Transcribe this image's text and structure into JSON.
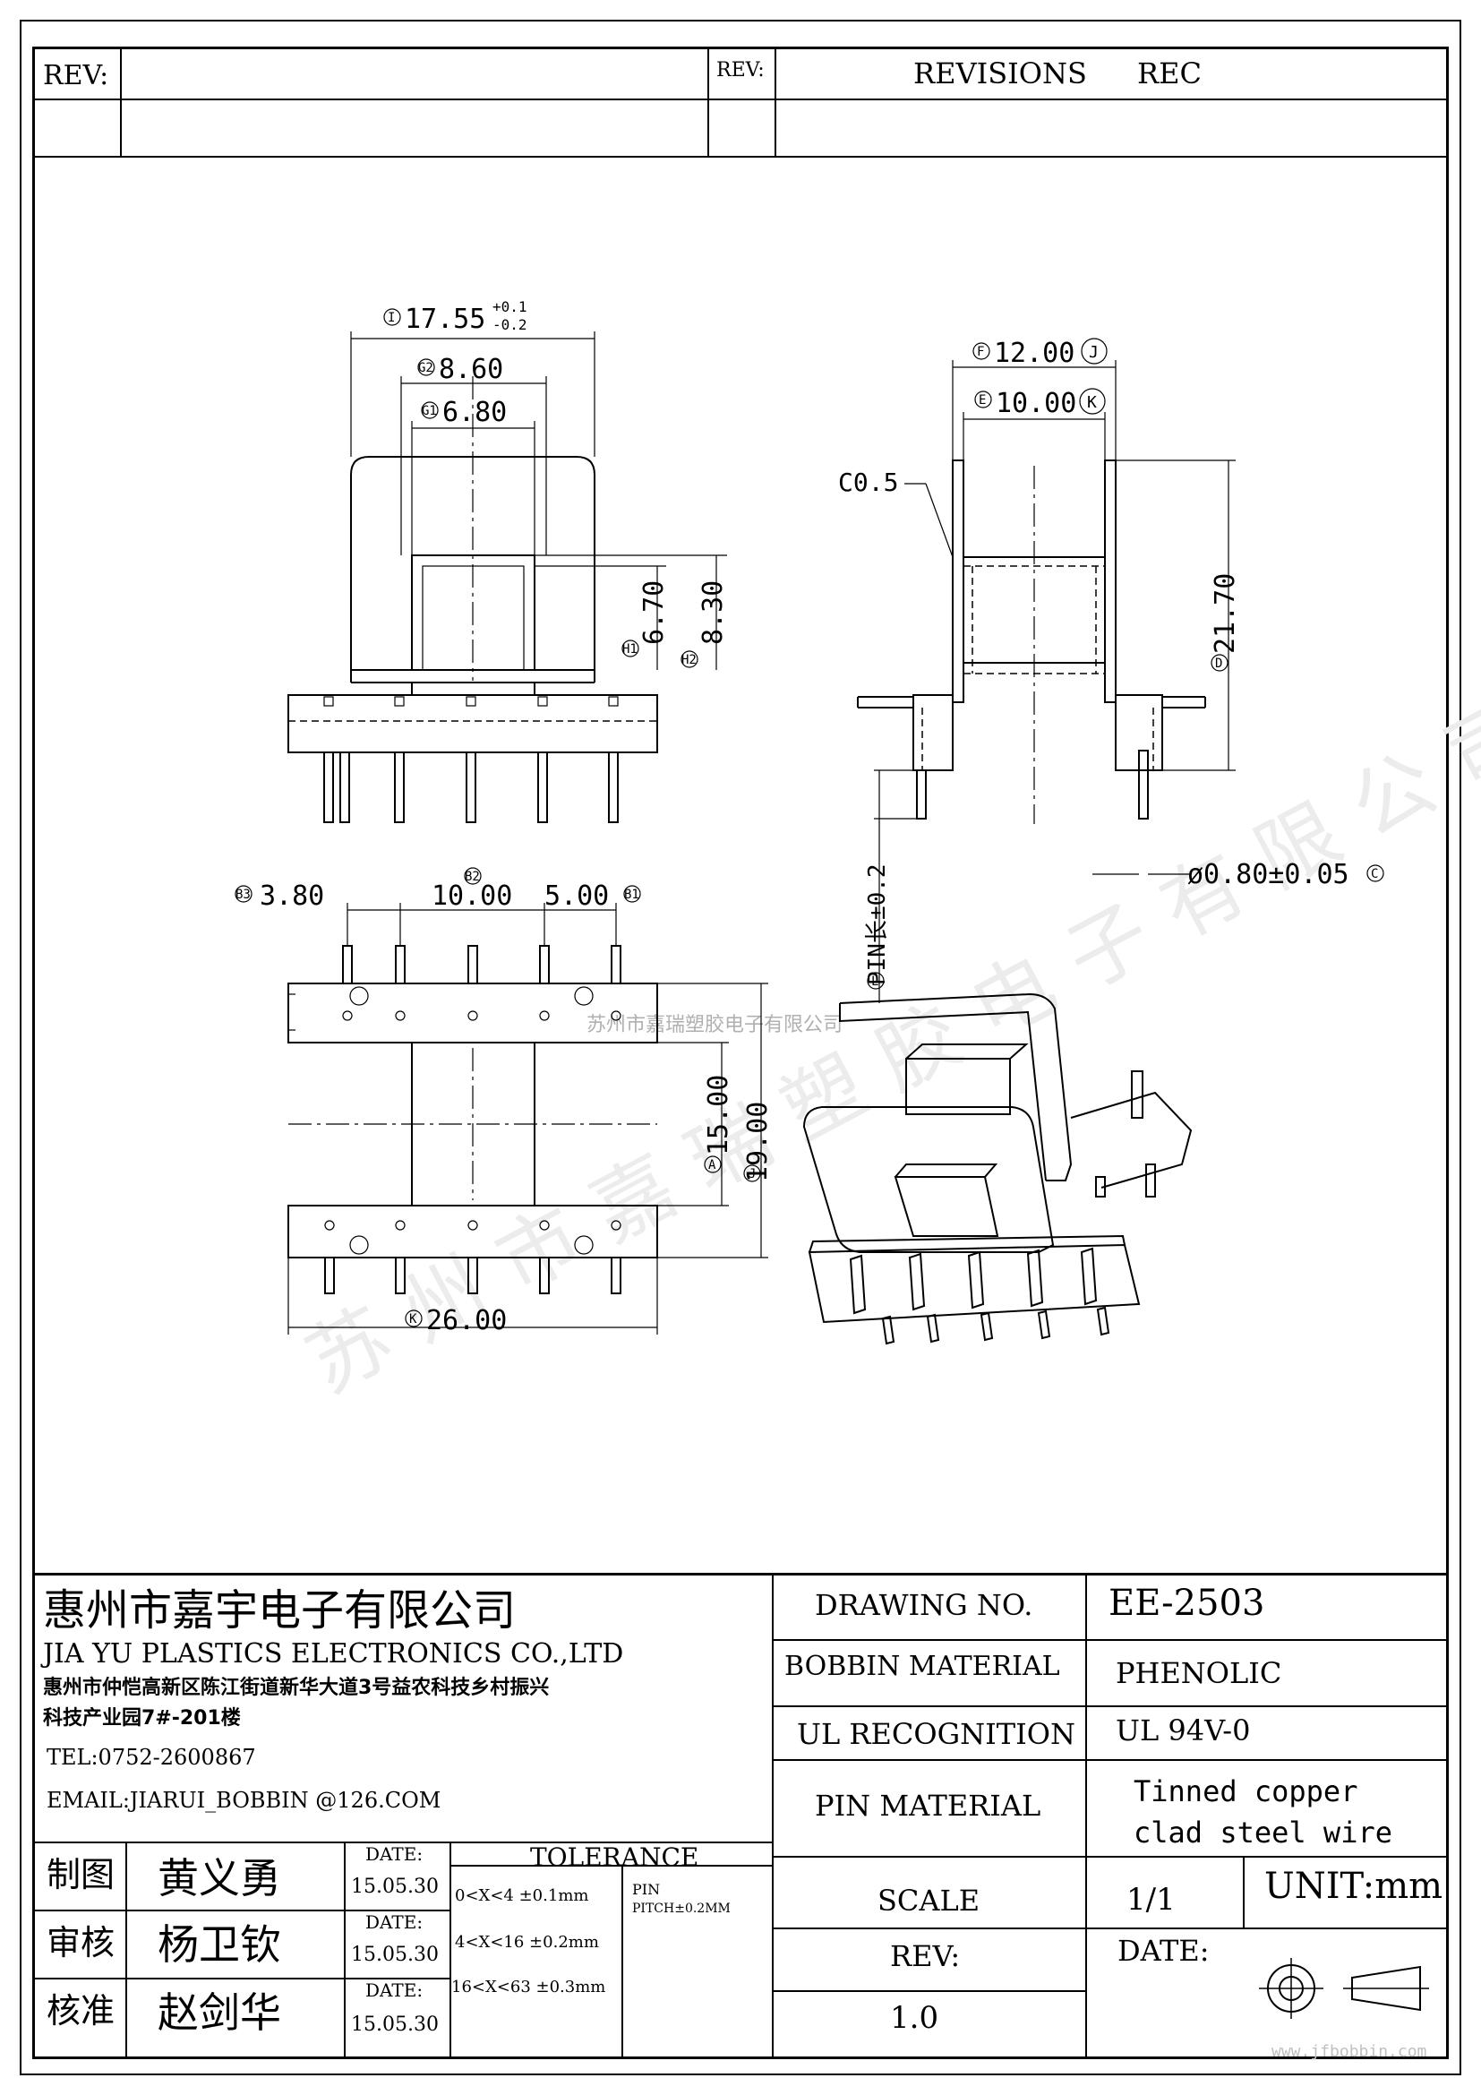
{
  "header": {
    "rev_label_left": "REV:",
    "rev_label_right": "REV:",
    "revisions_label": "REVISIONS",
    "rec_label": "REC"
  },
  "dims": {
    "d_i": "17.55",
    "d_i_tol_plus": "+0.1",
    "d_i_tol_minus": "-0.2",
    "d_g2": "8.60",
    "d_g1": "6.80",
    "d_h1": "6.70",
    "d_h2": "8.30",
    "d_f": "12.00",
    "d_e": "10.00",
    "d_d": "21.70",
    "chamfer": "C0.5",
    "pin_dia": "ø0.80±0.05",
    "pin_len": "PIN长±0.2",
    "d_b3": "3.80",
    "d_b2": "10.00",
    "d_b1": "5.00",
    "d_a": "15.00",
    "d_j": "19.00",
    "d_k": "26.00"
  },
  "labels": {
    "I": "I",
    "G2": "G2",
    "G1": "G1",
    "H1": "H1",
    "H2": "H2",
    "F": "F",
    "J": "J",
    "E": "E",
    "K": "K",
    "D": "D",
    "C": "C",
    "L": "L",
    "B1": "B1",
    "B2": "B2",
    "B3": "B3",
    "A": "A"
  },
  "watermark": {
    "center_text": "苏州市嘉瑞塑胶电子有限公司",
    "url": "www.jfbobbin.com"
  },
  "company": {
    "name_cn": "惠州市嘉宇电子有限公司",
    "name_en": "JIA YU PLASTICS ELECTRONICS CO.,LTD",
    "address_line1": "惠州市仲恺高新区陈江街道新华大道3号益农科技乡村振兴",
    "address_line2": "科技产业园7#-201楼",
    "tel": "TEL:0752-2600867",
    "email": "EMAIL:JIARUI_BOBBIN @126.COM"
  },
  "approvals": [
    {
      "role": "制图",
      "name": "黄义勇",
      "date_label": "DATE:",
      "date": "15.05.30"
    },
    {
      "role": "审核",
      "name": "杨卫钦",
      "date_label": "DATE:",
      "date": "15.05.30"
    },
    {
      "role": "核准",
      "name": "赵剑华",
      "date_label": "DATE:",
      "date": "15.05.30"
    }
  ],
  "tolerance": {
    "title": "TOLERANCE",
    "rows": [
      "0<X<4  ±0.1mm",
      "4<X<16 ±0.2mm",
      "16<X<63 ±0.3mm"
    ],
    "pin_label": "PIN",
    "pin_pitch": "PITCH±0.2MM"
  },
  "spec": {
    "drawing_no_label": "DRAWING  NO.",
    "drawing_no": "EE-2503",
    "bobbin_material_label": "BOBBIN  MATERIAL",
    "bobbin_material": "PHENOLIC",
    "ul_label": "UL RECOGNITION",
    "ul": "UL 94V-0",
    "pin_material_label": "PIN MATERIAL",
    "pin_material_line1": "Tinned copper",
    "pin_material_line2": "clad steel wire",
    "scale_label": "SCALE",
    "scale": "1/1",
    "unit": "UNIT:mm",
    "rev_label": "REV:",
    "rev": "1.0",
    "date_label": "DATE:"
  }
}
